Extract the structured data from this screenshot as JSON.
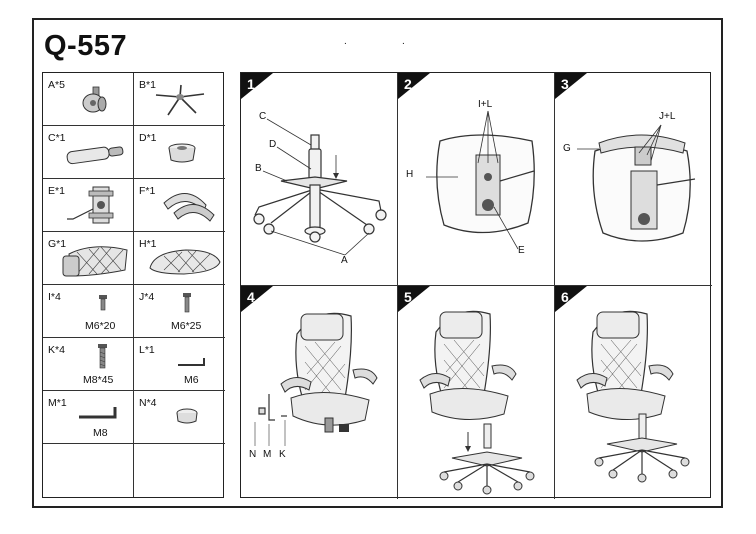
{
  "model": "Q-557",
  "dots": [
    ".",
    "."
  ],
  "parts": [
    {
      "label": "A*5",
      "icon": "caster-wheel-icon"
    },
    {
      "label": "B*1",
      "icon": "star-base-icon"
    },
    {
      "label": "C*1",
      "icon": "gas-cylinder-icon"
    },
    {
      "label": "D*1",
      "icon": "cylinder-cover-icon"
    },
    {
      "label": "E*1",
      "icon": "tilt-mechanism-icon"
    },
    {
      "label": "F*1",
      "icon": "armrest-icon"
    },
    {
      "label": "G*1",
      "icon": "backrest-icon"
    },
    {
      "label": "H*1",
      "icon": "seat-cushion-icon"
    },
    {
      "label": "I*4",
      "size": "M6*20",
      "icon": "bolt-short-icon"
    },
    {
      "label": "J*4",
      "size": "M6*25",
      "icon": "bolt-medium-icon"
    },
    {
      "label": "K*4",
      "size": "M8*45",
      "icon": "bolt-long-icon"
    },
    {
      "label": "L*1",
      "size": "M6",
      "icon": "allen-key-small-icon"
    },
    {
      "label": "M*1",
      "size": "M8",
      "icon": "allen-key-large-icon"
    },
    {
      "label": "N*4",
      "icon": "cap-icon"
    },
    {
      "label": "",
      "icon": ""
    },
    {
      "label": "",
      "icon": ""
    }
  ],
  "steps": [
    {
      "number": "1",
      "labels": {
        "c": "C",
        "d": "D",
        "b": "B",
        "a": "A"
      }
    },
    {
      "number": "2",
      "labels": {
        "il": "I+L",
        "h": "H",
        "e": "E"
      }
    },
    {
      "number": "3",
      "labels": {
        "jl": "J+L",
        "g": "G"
      }
    },
    {
      "number": "4",
      "labels": {
        "n": "N",
        "m": "M",
        "k": "K"
      }
    },
    {
      "number": "5",
      "labels": {}
    },
    {
      "number": "6",
      "labels": {}
    }
  ]
}
